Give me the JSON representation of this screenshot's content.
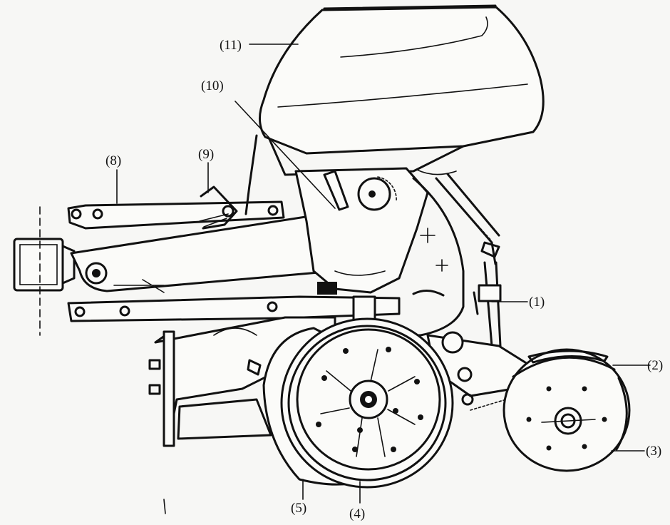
{
  "diagram": {
    "colors": {
      "ink": "#111111",
      "paper": "#f7f7f5"
    },
    "callouts": [
      {
        "id": "1",
        "label": "(1)"
      },
      {
        "id": "2",
        "label": "(2)"
      },
      {
        "id": "3",
        "label": "(3)"
      },
      {
        "id": "4",
        "label": "(4)"
      },
      {
        "id": "5",
        "label": "(5)"
      },
      {
        "id": "8",
        "label": "(8)"
      },
      {
        "id": "9",
        "label": "(9)"
      },
      {
        "id": "10",
        "label": "(10)"
      },
      {
        "id": "11",
        "label": "(11)"
      }
    ]
  }
}
